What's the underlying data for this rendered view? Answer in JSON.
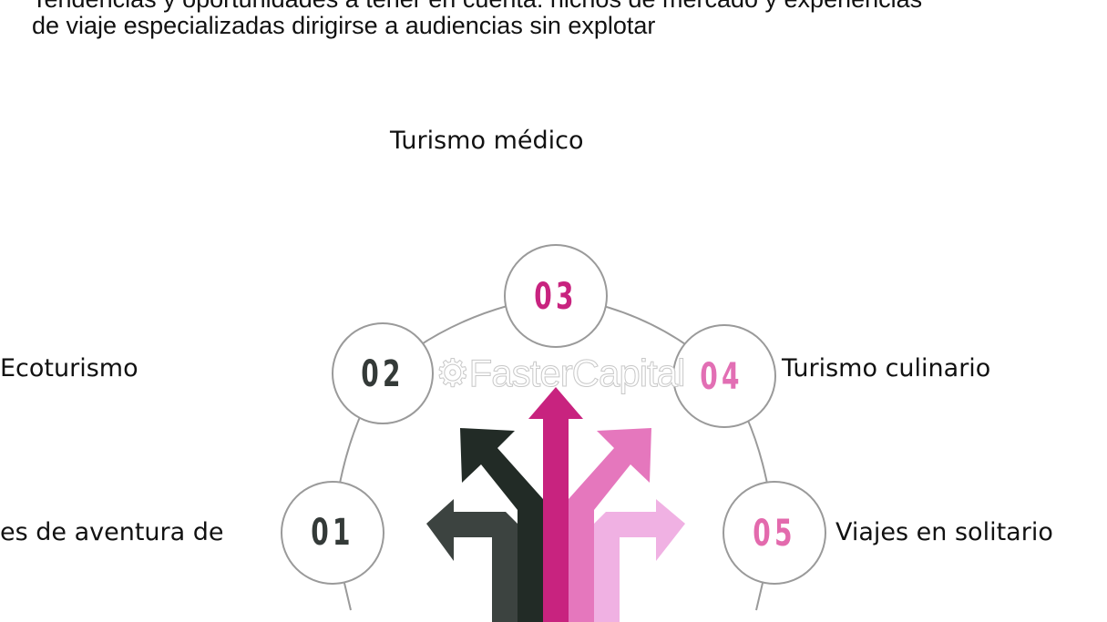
{
  "header": {
    "title_line1": "Tendencias y oportunidades a tener en cuenta: nichos de mercado y experiencias",
    "title_line2": "de viaje especializadas dirigirse a audiencias sin explotar"
  },
  "diagram": {
    "watermark": "FasterCapital",
    "items": [
      {
        "number": "01",
        "label": "es de aventura de",
        "color": "#343a38"
      },
      {
        "number": "02",
        "label": "Ecoturismo",
        "color": "#343a38"
      },
      {
        "number": "03",
        "label": "Turismo médico",
        "color": "#c8237f"
      },
      {
        "number": "04",
        "label": "Turismo culinario",
        "color": "#e26fb4"
      },
      {
        "number": "05",
        "label": "Viajes en solitario",
        "color": "#e36aad"
      }
    ]
  }
}
